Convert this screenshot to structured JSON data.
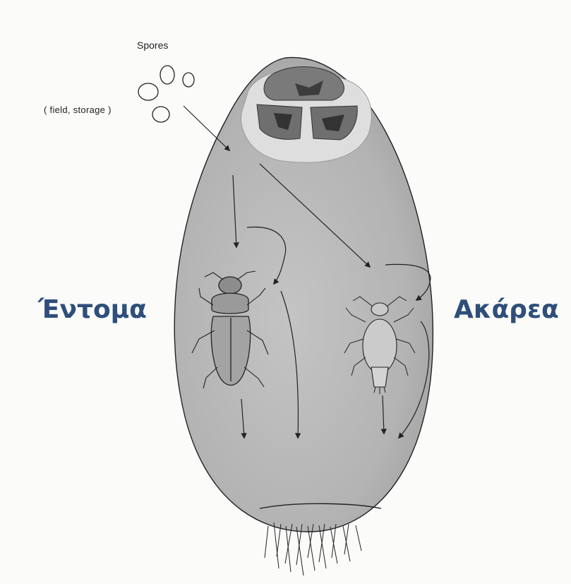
{
  "labels": {
    "spores": "Spores",
    "source": "( field, storage )",
    "insects": "Έντομα",
    "mites": "Ακάρεα"
  },
  "icons": [
    "spore-icon",
    "seed-grain",
    "beetle-icon",
    "mite-icon",
    "arrow-icon"
  ],
  "colors": {
    "label_blue": "#2f4f7a",
    "grain_fill": "#b9b9b9",
    "line": "#222222"
  }
}
